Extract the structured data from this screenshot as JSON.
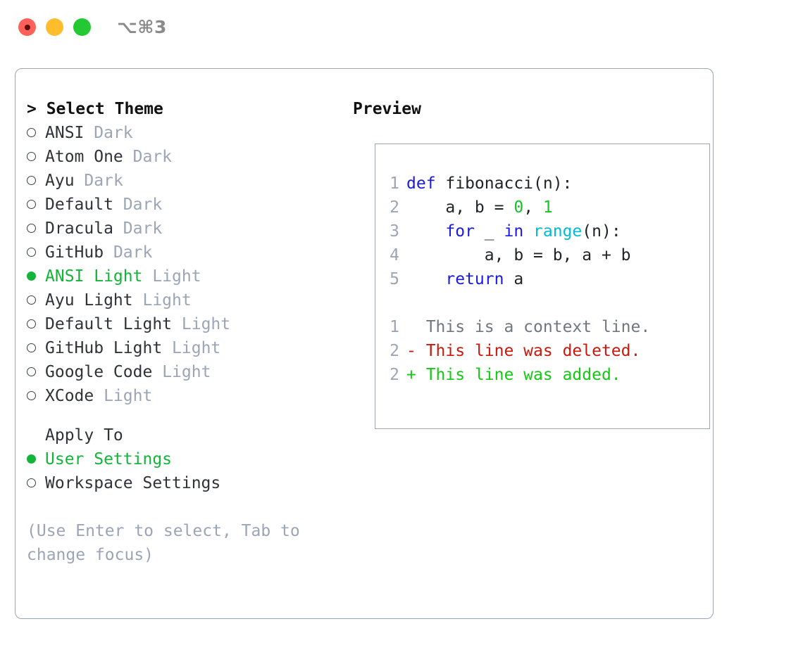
{
  "window": {
    "shortcut": "⌥⌘3",
    "traffic_lights": [
      {
        "name": "close-button",
        "color": "#ff6059"
      },
      {
        "name": "minimize-button",
        "color": "#ffbd2e"
      },
      {
        "name": "maximize-button",
        "color": "#23c832"
      }
    ]
  },
  "theme_picker": {
    "heading": "> Select Theme",
    "items": [
      {
        "label": "ANSI",
        "variant": "Dark",
        "selected": false
      },
      {
        "label": "Atom One",
        "variant": "Dark",
        "selected": false
      },
      {
        "label": "Ayu",
        "variant": "Dark",
        "selected": false
      },
      {
        "label": "Default",
        "variant": "Dark",
        "selected": false
      },
      {
        "label": "Dracula",
        "variant": "Dark",
        "selected": false
      },
      {
        "label": "GitHub",
        "variant": "Dark",
        "selected": false
      },
      {
        "label": "ANSI Light",
        "variant": "Light",
        "selected": true
      },
      {
        "label": "Ayu Light",
        "variant": "Light",
        "selected": false
      },
      {
        "label": "Default Light",
        "variant": "Light",
        "selected": false
      },
      {
        "label": "GitHub Light",
        "variant": "Light",
        "selected": false
      },
      {
        "label": "Google Code",
        "variant": "Light",
        "selected": false
      },
      {
        "label": "XCode",
        "variant": "Light",
        "selected": false
      }
    ]
  },
  "apply_to": {
    "heading": "Apply To",
    "options": [
      {
        "label": "User Settings",
        "selected": true
      },
      {
        "label": "Workspace Settings",
        "selected": false
      }
    ]
  },
  "hint": "(Use Enter to select, Tab to change focus)",
  "preview": {
    "heading": "Preview",
    "code_lines": [
      {
        "no": "1",
        "tokens": [
          {
            "text": "def",
            "kind": "kw"
          },
          {
            "text": " fibonacci(n):",
            "kind": "txt"
          }
        ]
      },
      {
        "no": "2",
        "tokens": [
          {
            "text": "    a, b = ",
            "kind": "txt"
          },
          {
            "text": "0",
            "kind": "num"
          },
          {
            "text": ", ",
            "kind": "txt"
          },
          {
            "text": "1",
            "kind": "num"
          }
        ]
      },
      {
        "no": "3",
        "tokens": [
          {
            "text": "    ",
            "kind": "txt"
          },
          {
            "text": "for",
            "kind": "kw"
          },
          {
            "text": " _ ",
            "kind": "txt"
          },
          {
            "text": "in",
            "kind": "kw"
          },
          {
            "text": " ",
            "kind": "txt"
          },
          {
            "text": "range",
            "kind": "fn"
          },
          {
            "text": "(n):",
            "kind": "txt"
          }
        ]
      },
      {
        "no": "4",
        "tokens": [
          {
            "text": "        a, b = b, a + b",
            "kind": "txt"
          }
        ]
      },
      {
        "no": "5",
        "tokens": [
          {
            "text": "    ",
            "kind": "txt"
          },
          {
            "text": "return",
            "kind": "kw"
          },
          {
            "text": " a",
            "kind": "txt"
          }
        ]
      }
    ],
    "diff_lines": [
      {
        "no": "1",
        "sign": " ",
        "text": "This is a context line.",
        "kind": "ctx"
      },
      {
        "no": "2",
        "sign": "-",
        "text": "This line was deleted.",
        "kind": "del"
      },
      {
        "no": "2",
        "sign": "+",
        "text": "This line was added.",
        "kind": "add"
      }
    ]
  },
  "colors": {
    "accent_green": "#12b53a",
    "muted": "#9aa6b5",
    "keyword_blue": "#1a1ae0",
    "function_cyan": "#00bcd4",
    "number_green": "#13c429",
    "diff_deleted": "#c8190b",
    "diff_added": "#14c914",
    "border": "#9aa6b5"
  }
}
